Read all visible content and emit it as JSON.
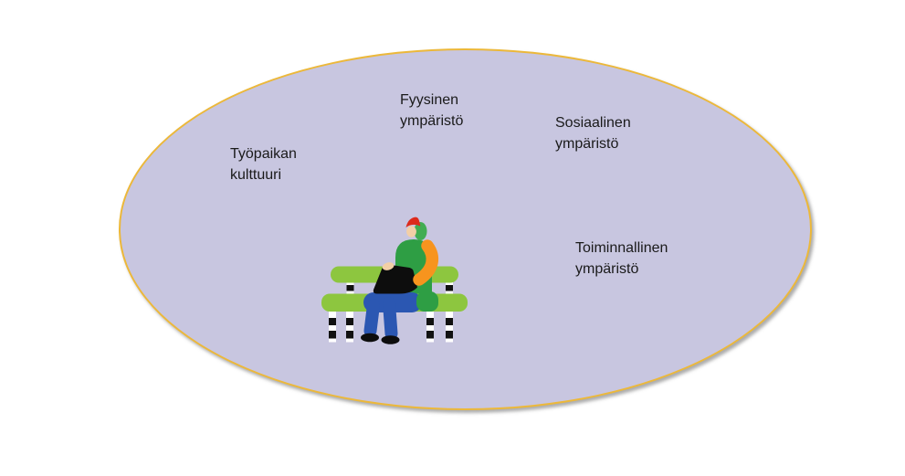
{
  "diagram": {
    "type": "ellipse-concept-diagram",
    "labels": {
      "fyysinen": {
        "line1": "Fyysinen",
        "line2": "ympäristö"
      },
      "sosiaalinen": {
        "line1": "Sosiaalinen",
        "line2": "ympäristö"
      },
      "tyopaikan": {
        "line1": "Työpaikan",
        "line2": "kulttuuri"
      },
      "toiminnallinen": {
        "line1": "Toiminnallinen",
        "line2": "ympäristö"
      }
    },
    "illustration": {
      "name": "person-sitting-on-bench-with-laptop"
    },
    "colors": {
      "background": "#ffffff",
      "ellipse_fill": "#c8c6e0",
      "ellipse_border": "#ecb83a",
      "text": "#1a1a1a",
      "bench_green": "#8dc63f",
      "jacket_green": "#2e9e44",
      "hood_green": "#41ad52",
      "arm_orange": "#f7941e",
      "hat_red": "#dd2a1b",
      "skin": "#f3cfa6",
      "pants_blue": "#2b57b2",
      "laptop_black": "#0d0d0d",
      "leg_white": "#ffffff",
      "leg_black": "#111111"
    }
  }
}
